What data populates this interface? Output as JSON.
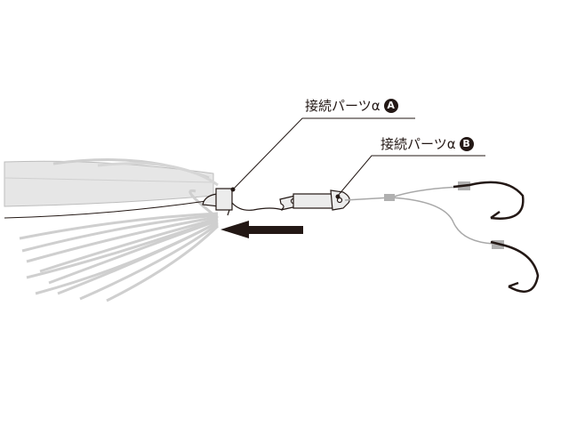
{
  "labels": {
    "part_a": {
      "text": "接続パーツα",
      "badge": "A"
    },
    "part_b": {
      "text": "接続パーツα",
      "badge": "B"
    }
  },
  "colors": {
    "ink": "#231815",
    "skirt": "#d9d9d9",
    "line": "#a0a0a0",
    "part": "#ececec"
  }
}
